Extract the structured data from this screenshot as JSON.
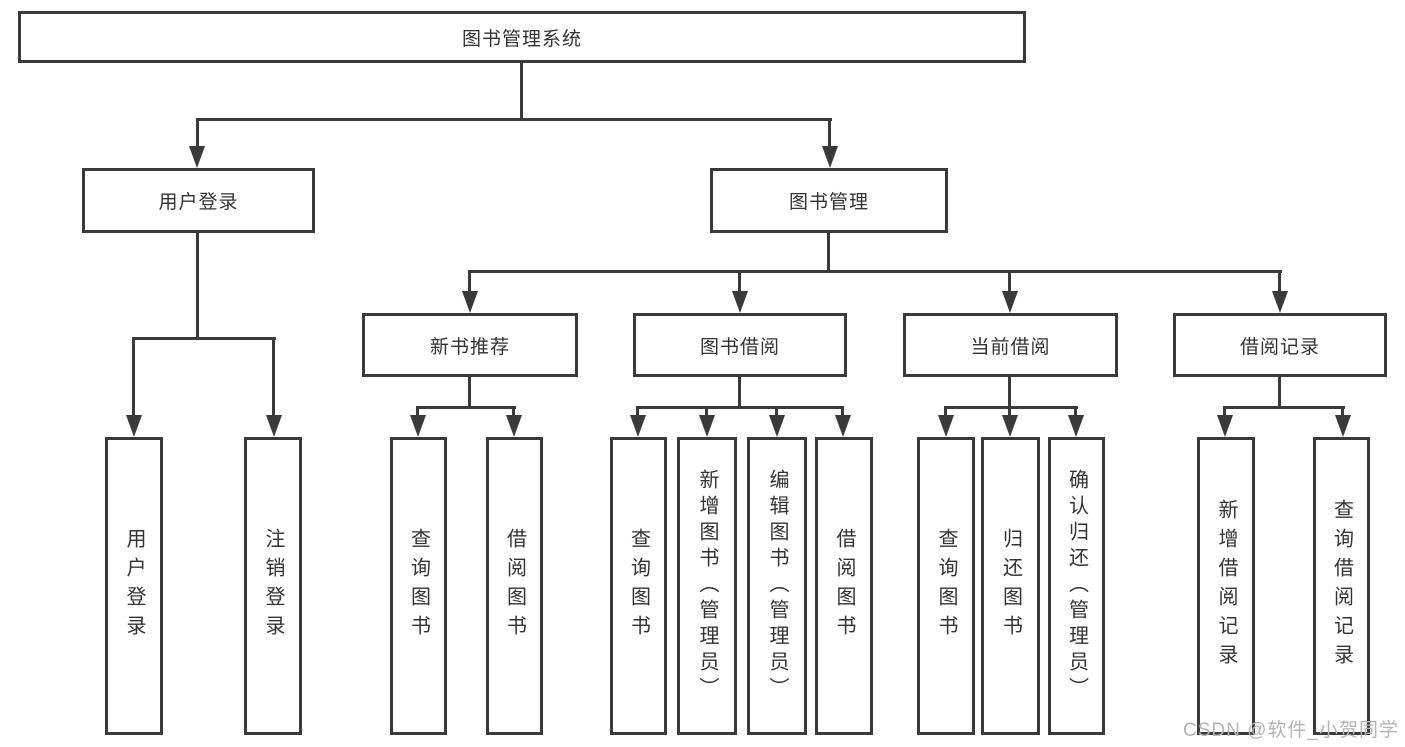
{
  "diagram": {
    "type": "hierarchy-tree",
    "title": "图书管理系统",
    "colors": {
      "background": "#ffffff",
      "line": "#3a3a3a",
      "box_border": "#3a3a3a",
      "text": "#333333",
      "watermark": "#b4b4b4"
    },
    "nodes": {
      "root": {
        "label": "图书管理系统"
      },
      "user_login": {
        "label": "用户登录"
      },
      "book_mgmt": {
        "label": "图书管理"
      },
      "new_book_rec": {
        "label": "新书推荐"
      },
      "book_borrow": {
        "label": "图书借阅"
      },
      "current_borrow": {
        "label": "当前借阅"
      },
      "borrow_records": {
        "label": "借阅记录"
      },
      "leaf_user_login": {
        "label": "用户登录"
      },
      "leaf_logout": {
        "label": "注销登录"
      },
      "leaf_query_book_rec": {
        "label": "查询图书"
      },
      "leaf_borrow_book_rec": {
        "label": "借阅图书"
      },
      "leaf_query_book_borrow": {
        "label": "查询图书"
      },
      "leaf_add_book": {
        "label": "新增图书（管理员）"
      },
      "leaf_edit_book": {
        "label": "编辑图书（管理员）"
      },
      "leaf_borrow_book": {
        "label": "借阅图书"
      },
      "leaf_query_book_current": {
        "label": "查询图书"
      },
      "leaf_return_book": {
        "label": "归还图书"
      },
      "leaf_confirm_return": {
        "label": "确认归还（管理员）"
      },
      "leaf_add_record": {
        "label": "新增借阅记录"
      },
      "leaf_query_record": {
        "label": "查询借阅记录"
      }
    },
    "edges": [
      [
        "root",
        "user_login"
      ],
      [
        "root",
        "book_mgmt"
      ],
      [
        "user_login",
        "leaf_user_login"
      ],
      [
        "user_login",
        "leaf_logout"
      ],
      [
        "book_mgmt",
        "new_book_rec"
      ],
      [
        "book_mgmt",
        "book_borrow"
      ],
      [
        "book_mgmt",
        "current_borrow"
      ],
      [
        "book_mgmt",
        "borrow_records"
      ],
      [
        "new_book_rec",
        "leaf_query_book_rec"
      ],
      [
        "new_book_rec",
        "leaf_borrow_book_rec"
      ],
      [
        "book_borrow",
        "leaf_query_book_borrow"
      ],
      [
        "book_borrow",
        "leaf_add_book"
      ],
      [
        "book_borrow",
        "leaf_edit_book"
      ],
      [
        "book_borrow",
        "leaf_borrow_book"
      ],
      [
        "current_borrow",
        "leaf_query_book_current"
      ],
      [
        "current_borrow",
        "leaf_return_book"
      ],
      [
        "current_borrow",
        "leaf_confirm_return"
      ],
      [
        "borrow_records",
        "leaf_add_record"
      ],
      [
        "borrow_records",
        "leaf_query_record"
      ]
    ]
  },
  "watermark": {
    "text": "CSDN @软件_小贺同学"
  }
}
